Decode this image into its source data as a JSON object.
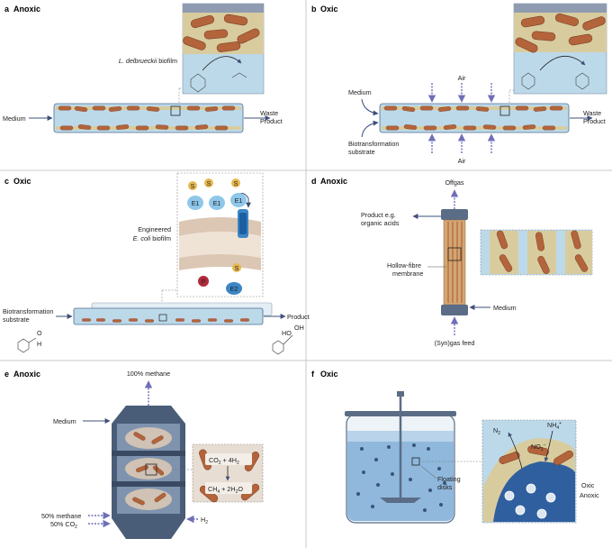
{
  "panels": {
    "a": {
      "letter": "a",
      "condition": "Anoxic",
      "organism_species": "L. delbrueckii",
      "organism_suffix": " biofilm",
      "left": "Medium",
      "right_1": "Waste",
      "right_2": "Product"
    },
    "b": {
      "letter": "b",
      "condition": "Oxic",
      "medium": "Medium",
      "air_top": "Air",
      "air_bottom": "Air",
      "substrate_1": "Biotransformation",
      "substrate_2": "substrate",
      "right_1": "Waste",
      "right_2": "Product"
    },
    "c": {
      "letter": "c",
      "condition": "Oxic",
      "enzyme_1": "E1",
      "enzyme_2": "E2",
      "substrate_badge": "S",
      "product_badge": "P",
      "organism_prefix": "Engineered",
      "organism_species": "E. coli",
      "organism_suffix": " biofilm",
      "substrate_1": "Biotransformation",
      "substrate_2": "substrate",
      "product": "Product",
      "molecule_o": "O",
      "molecule_h": "H",
      "molecule_ho": "HO",
      "molecule_oh": "OH"
    },
    "d": {
      "letter": "d",
      "condition": "Anoxic",
      "offgas": "Offgas",
      "product_1": "Product e.g.",
      "product_2": "organic acids",
      "membrane_1": "Hollow-fibre",
      "membrane_2": "membrane",
      "medium": "Medium",
      "feed": "(Syn)gas feed"
    },
    "e": {
      "letter": "e",
      "condition": "Anoxic",
      "top": "100% methane",
      "medium": "Medium",
      "bottom_1": "50% methane",
      "bottom_2": "50% CO",
      "bottom_2_sub": "2",
      "h2": "H",
      "h2_sub": "2",
      "reaction_1": "CO",
      "reaction_1_sub": "2",
      "reaction_1_b": " + 4H",
      "reaction_1_b_sub": "2",
      "reaction_2": "CH",
      "reaction_2_sub": "4",
      "reaction_2_b": " + 2H",
      "reaction_2_b_sub": "2",
      "reaction_2_c": "O"
    },
    "f": {
      "letter": "f",
      "condition": "Oxic",
      "disks_1": "Floating",
      "disks_2": "disks",
      "n2": "N",
      "n2_sub": "2",
      "nh4": "NH",
      "nh4_sub": "4",
      "nh4_sup": "+",
      "no3": "NO",
      "no3_sub": "3",
      "no3_sup": "–",
      "oxic": "Oxic",
      "anoxic": "Anoxic"
    }
  },
  "colors": {
    "tube": "#bcd9ea",
    "tube_edge": "#4f6f8e",
    "bacteria": "#b3643b",
    "biofilm": "#d8cc9f",
    "arrow": "#3e4f7a",
    "dashed_arrow": "#6f6fb8",
    "reactor": "#4a5d78",
    "panel_line": "#c8c8c8"
  }
}
